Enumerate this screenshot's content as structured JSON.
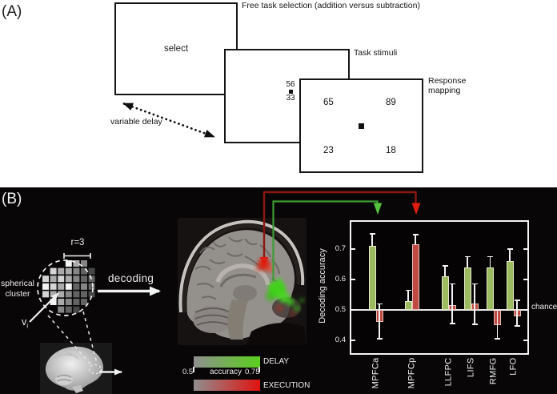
{
  "panel_a": {
    "label": "(A)",
    "free_selection_caption": "Free task selection (addition versus subtraction)",
    "select_screen": {
      "text": "select"
    },
    "stimuli_screen": {
      "caption": "Task stimuli",
      "upper_number": "56",
      "lower_number": "33"
    },
    "response_screen": {
      "caption_line1": "Response",
      "caption_line2": "mapping",
      "top_left": "65",
      "top_right": "89",
      "bottom_left": "23",
      "bottom_right": "18"
    },
    "delay_label": "variable delay"
  },
  "panel_b": {
    "label": "(B)",
    "cluster": {
      "radius_label": "r=3",
      "name_line1": "spherical",
      "name_line2": "cluster",
      "voxel_label": "v",
      "voxel_subscript": "i",
      "grid_rows": [
        "...w23.",
        ".122345",
        "1212344",
        "w12w434",
        "1223445",
        ".w2344.",
        "..345.."
      ],
      "shade_map": {
        "w": "#f2f2f2",
        "1": "#d4d4d4",
        "2": "#ababab",
        "3": "#868686",
        "4": "#636363",
        "5": "#464646"
      }
    },
    "decoding_label": "decoding",
    "colorbar": {
      "min": "0.5",
      "max": "0.75",
      "axis_label": "accuracy",
      "delay_label": "DELAY",
      "execution_label": "EXECUTION",
      "delay_color": "#5ad01c",
      "execution_color": "#e01310",
      "gray": "#8f8f8f"
    },
    "connector_colors": {
      "delay_arrow": "#3f9c35",
      "execution_arrow": "#8c1710"
    }
  },
  "chart_data": {
    "type": "bar",
    "title": "",
    "ylabel": "Decoding accuracy",
    "categories": [
      "MPFCa",
      "MPFCp",
      "LLFPC",
      "LIFS",
      "RMFG",
      "LFO"
    ],
    "series": [
      {
        "name": "DELAY",
        "color": "#9cba60",
        "values": [
          0.71,
          0.53,
          0.61,
          0.64,
          0.64,
          0.66
        ],
        "err_low": [
          0.71,
          0.53,
          0.61,
          0.64,
          0.64,
          0.66
        ],
        "err_high": [
          0.75,
          0.565,
          0.645,
          0.675,
          0.675,
          0.7
        ]
      },
      {
        "name": "EXECUTION",
        "color": "#bf4a43",
        "values": [
          0.46,
          0.715,
          0.515,
          0.52,
          0.45,
          0.48
        ],
        "err_low": [
          0.405,
          0.715,
          0.455,
          0.452,
          0.406,
          0.448
        ],
        "err_high": [
          0.52,
          0.748,
          0.585,
          0.585,
          0.5,
          0.532
        ]
      }
    ],
    "yticks": [
      0.7,
      0.6,
      0.5,
      0.4
    ],
    "ylim": [
      0.353,
      0.795
    ],
    "baseline": 0.5,
    "baseline_label": "chance",
    "grid": "off",
    "legend": "gradient colorbars: DELAY (green), EXECUTION (red)"
  }
}
